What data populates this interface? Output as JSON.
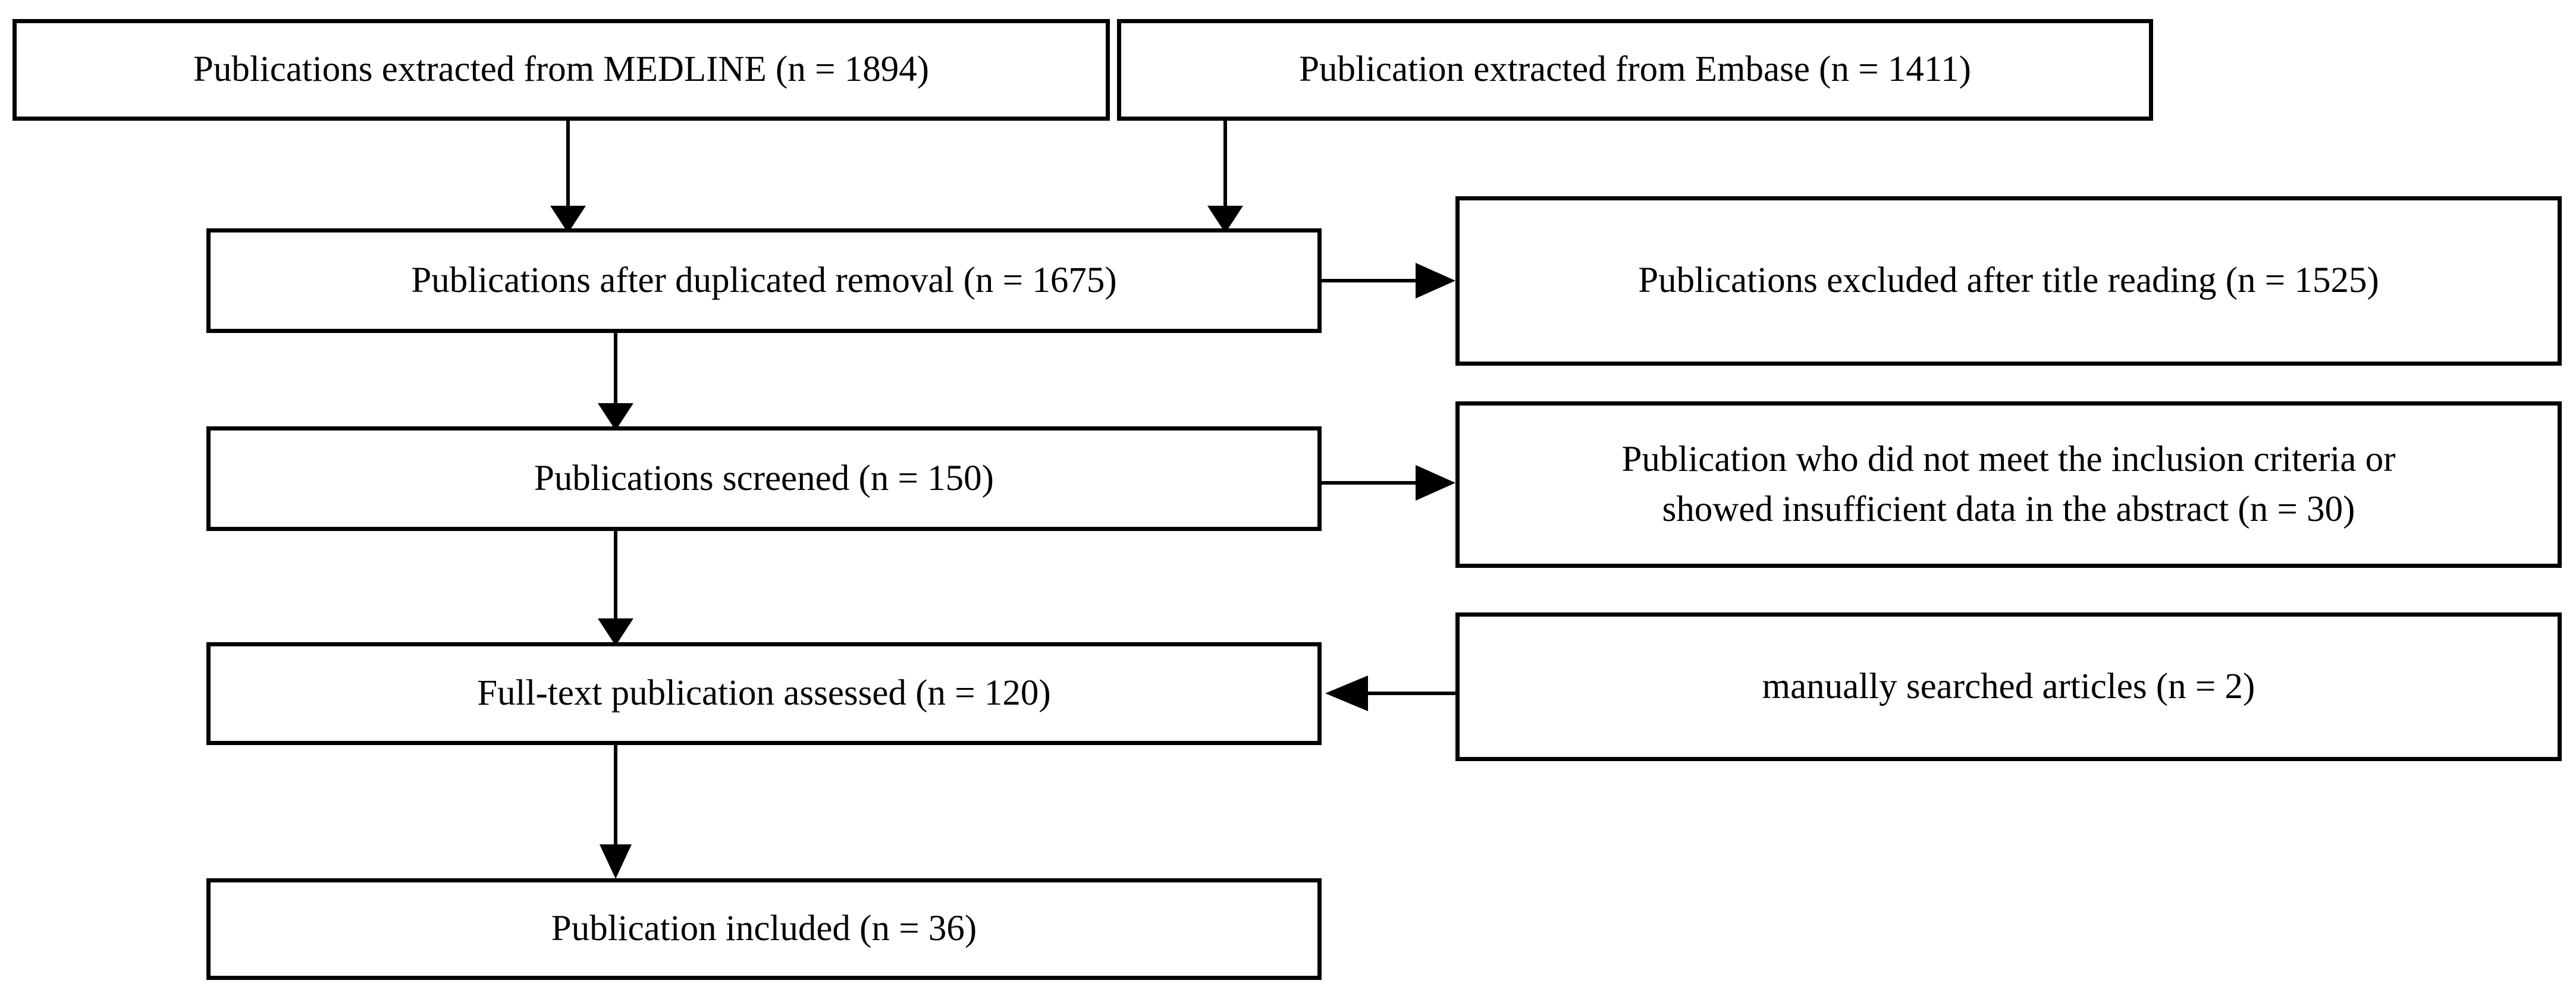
{
  "diagram": {
    "type": "prisma-flow-diagram",
    "title": "",
    "boxes": [
      {
        "id": "medline",
        "label": "Publications extracted from MEDLINE (n = 1894)"
      },
      {
        "id": "embase",
        "label": "Publication extracted from Embase (n = 1411)"
      },
      {
        "id": "dedup",
        "label": "Publications after duplicated removal (n = 1675)"
      },
      {
        "id": "excl_title",
        "label": "Publications excluded after title reading (n = 1525)"
      },
      {
        "id": "screened",
        "label": "Publications screened (n = 150)"
      },
      {
        "id": "excl_criteria",
        "label": "Publication who did not meet the inclusion criteria or\nshowed insufficient data in the abstract (n = 30)"
      },
      {
        "id": "fulltext",
        "label": "Full-text publication assessed (n = 120)"
      },
      {
        "id": "manual",
        "label": "manually searched articles (n = 2)"
      },
      {
        "id": "included",
        "label": "Publication included (n = 36)"
      }
    ],
    "counts": {
      "medline": 1894,
      "embase": 1411,
      "after_duplicate_removal": 1675,
      "excluded_after_title_reading": 1525,
      "screened": 150,
      "excluded_criteria_or_insufficient_data": 30,
      "full_text_assessed": 120,
      "manually_searched": 2,
      "included": 36
    },
    "connectors": [
      {
        "id": "medline-to-dedup",
        "from": "medline",
        "to": "dedup",
        "direction": "down"
      },
      {
        "id": "embase-to-dedup",
        "from": "embase",
        "to": "dedup",
        "direction": "down"
      },
      {
        "id": "dedup-to-excl-title",
        "from": "dedup",
        "to": "excl_title",
        "direction": "right"
      },
      {
        "id": "dedup-to-screened",
        "from": "dedup",
        "to": "screened",
        "direction": "down"
      },
      {
        "id": "screened-to-excl-crit",
        "from": "screened",
        "to": "excl_criteria",
        "direction": "right"
      },
      {
        "id": "screened-to-fulltext",
        "from": "screened",
        "to": "fulltext",
        "direction": "down"
      },
      {
        "id": "manual-to-fulltext",
        "from": "manual",
        "to": "fulltext",
        "direction": "left"
      },
      {
        "id": "fulltext-to-included",
        "from": "fulltext",
        "to": "included",
        "direction": "down"
      }
    ],
    "colors": {
      "border": "#000000",
      "background": "#ffffff",
      "text": "#000000",
      "connector": "#000000"
    }
  }
}
